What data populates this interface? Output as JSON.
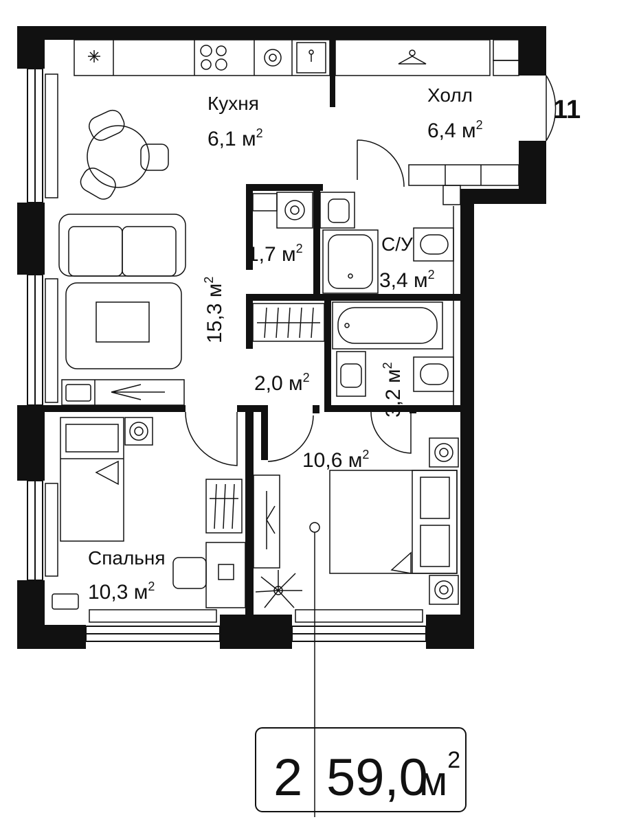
{
  "apartment": {
    "number": "11",
    "rooms": "2",
    "total_area": "59,0",
    "total_unit": "м",
    "total_unit_sup": "2"
  },
  "rooms": {
    "kitchen": {
      "name": "Кухня",
      "area": "6,1 м",
      "sup": "2"
    },
    "hall": {
      "name": "Холл",
      "area": "6,4 м",
      "sup": "2"
    },
    "living": {
      "area": "15,3 м",
      "sup": "2"
    },
    "closet1": {
      "area": "1,7 м",
      "sup": "2"
    },
    "bath1": {
      "name": "С/У",
      "area": "3,4 м",
      "sup": "2"
    },
    "closet2": {
      "area": "2,0 м",
      "sup": "2"
    },
    "bath2": {
      "area": "3,2 м",
      "sup": "2"
    },
    "bedroom1": {
      "name": "Спальня",
      "area": "10,3 м",
      "sup": "2"
    },
    "bedroom2": {
      "area": "10,6 м",
      "sup": "2"
    }
  },
  "colors": {
    "wall": "#111111",
    "line": "#111111",
    "background": "#ffffff"
  }
}
